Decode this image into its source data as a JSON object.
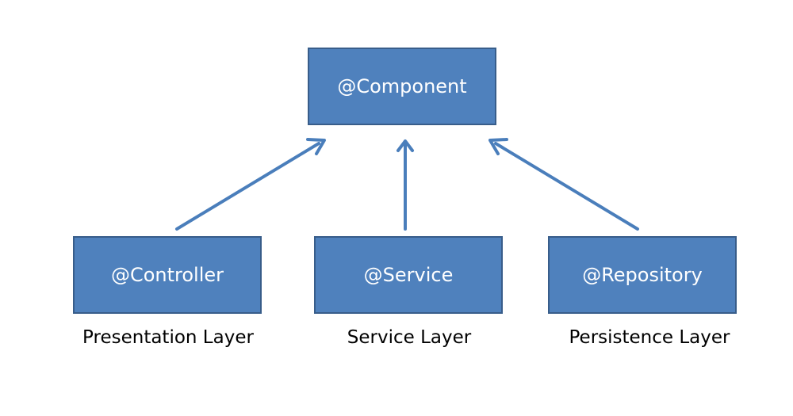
{
  "diagram": {
    "top": {
      "label": "@Component"
    },
    "children": [
      {
        "label": "@Controller",
        "layer": "Presentation Layer"
      },
      {
        "label": "@Service",
        "layer": "Service Layer"
      },
      {
        "label": "@Repository",
        "layer": "Persistence Layer"
      }
    ],
    "colors": {
      "box_fill": "#4f81bd",
      "box_border": "#385d8a",
      "arrow": "#4a7ebb",
      "box_text": "#ffffff",
      "label_text": "#000000"
    }
  }
}
